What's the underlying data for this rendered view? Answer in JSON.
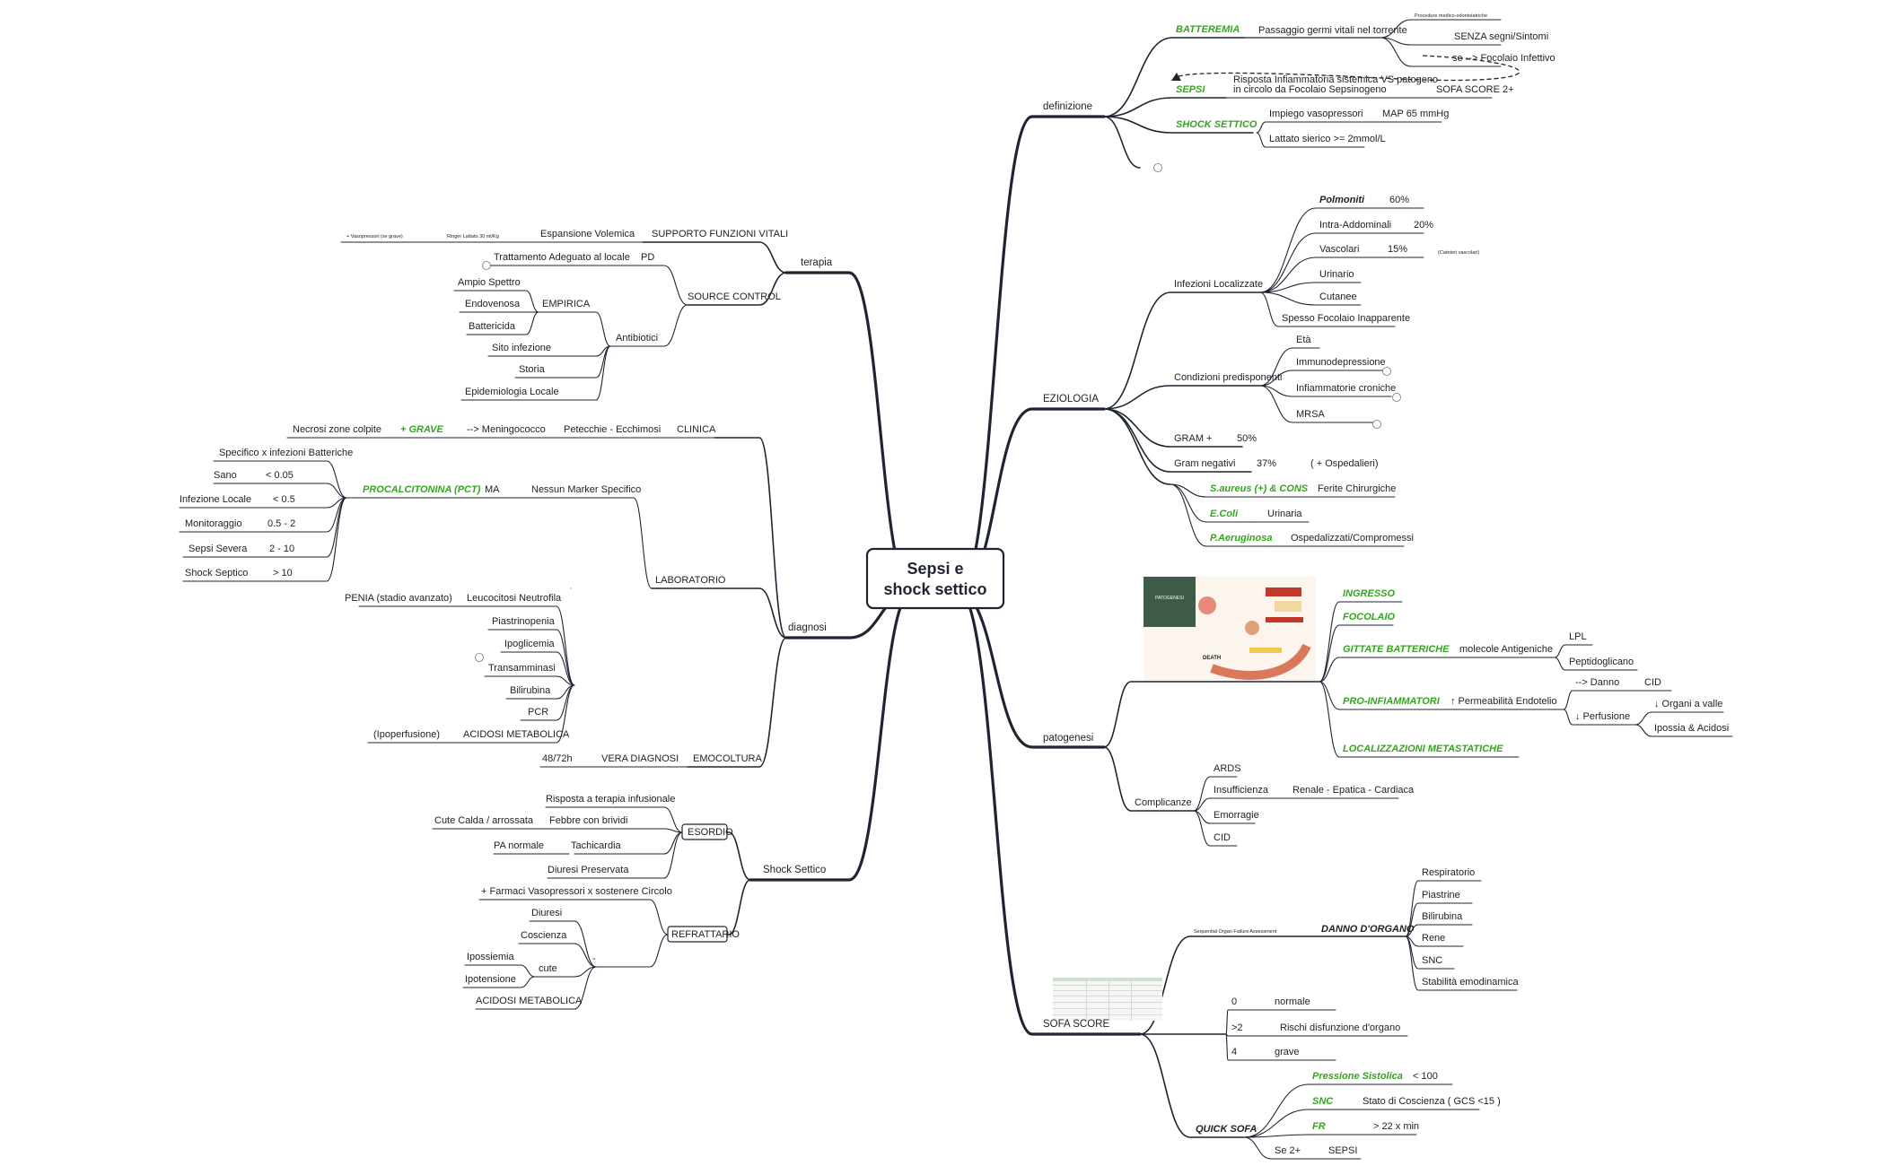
{
  "colors": {
    "line": "#1f2433",
    "accent_green": "#35a420",
    "text": "#222222"
  },
  "center": {
    "title_line1": "Sepsi e",
    "title_line2": "shock settico"
  },
  "branches": {
    "definizione": {
      "label": "definizione",
      "batteremia": "BATTEREMIA",
      "passaggio": "Passaggio germi vitali nel torrente",
      "procedure": "Procedure medico-odontoiatriche",
      "senza_segni": "SENZA segni/Sintomi",
      "focolaio_infettivo": "se --> Focolaio Infettivo",
      "sepsi": "SEPSI",
      "risposta_l1": "Risposta Infiammatoria sistemica VS patogeno",
      "risposta_l2": "in circolo da Focolaio Sepsinogeno",
      "sofa2": "SOFA SCORE 2+",
      "shock_settico": "SHOCK SETTICO",
      "vasopressori": "Impiego vasopressori",
      "map": "MAP 65 mmHg",
      "lattato": "Lattato sierico >= 2mmol/L"
    },
    "eziologia": {
      "label": "EZIOLOGIA",
      "infezioni_localizzate": "Infezioni Localizzate",
      "polmoniti": "Polmoniti",
      "p60": "60%",
      "intra_add": "Intra-Addominali",
      "p20": "20%",
      "vascolari": "Vascolari",
      "p15": "15%",
      "cateteri": "(Cateteri vascolari)",
      "urinario": "Urinario",
      "cutanee": "Cutanee",
      "spesso": "Spesso Focolaio Inapparente",
      "condizioni": "Condizioni predisponenti",
      "eta": "Età",
      "immuno": "Immunodepressione",
      "infiamm": "Infiammatorie croniche",
      "mrsa": "MRSA",
      "gram_pos": "GRAM +",
      "p50": "50%",
      "gram_neg": "Gram negativi",
      "p37": "37%",
      "ospedalieri": "( + Ospedalieri)",
      "saureus": "S.aureus (+) & CONS",
      "ferite": "Ferite Chirurgiche",
      "ecoli": "E.Coli",
      "urinaria": "Urinaria",
      "paerug": "P.Aeruginosa",
      "ospedalizzati": "Ospedalizzati/Compromessi"
    },
    "patogenesi": {
      "label": "patogenesi",
      "image_title": "PATOGENESI",
      "image_death": "DEATH",
      "ingresso": "INGRESSO",
      "focolaio": "FOCOLAIO",
      "gittate": "GITTATE BATTERICHE",
      "molecole": "molecole Antigeniche",
      "lpl": "LPL",
      "peptido": "Peptidoglicano",
      "pro_inf": "PRO-INFIAMMATORI",
      "permeab": "↑ Permeabilità Endotelio",
      "danno": "--> Danno",
      "cid": "CID",
      "perfusione": "↓ Perfusione",
      "organi": "↓ Organi a valle",
      "ipossia": "Ipossia & Acidosi",
      "localizz": "LOCALIZZAZIONI METASTATICHE",
      "complicanze": "Complicanze",
      "ards": "ARDS",
      "insufficienza": "Insufficienza",
      "renale": "Renale - Epatica - Cardiaca",
      "emorragie": "Emorragie",
      "cid2": "CID"
    },
    "sofa": {
      "label": "SOFA SCORE",
      "sequential": "Sequential Organ Failure Assessment",
      "danno_organo": "DANNO D'ORGANO",
      "respiratorio": "Respiratorio",
      "piastrine": "Piastrine",
      "bilirubina": "Bilirubina",
      "rene": "Rene",
      "snc": "SNC",
      "stabilita": "Stabilità emodinamica",
      "zero": "0",
      "normale": "normale",
      "gt2": ">2",
      "rischi": "Rischi disfunzione d'organo",
      "four": "4",
      "grave": "grave",
      "quick": "QUICK SOFA",
      "pressione": "Pressione Sistolica",
      "lt100": "< 100",
      "snc2": "SNC",
      "coscienza": "Stato di Coscienza ( GCS <15 )",
      "fr": "FR",
      "gt22": "> 22 x min",
      "se2": "Se 2+",
      "sepsi": "SEPSI"
    },
    "terapia": {
      "label": "terapia",
      "supporto": "SUPPORTO FUNZIONI VITALI",
      "espansione": "Espansione Volemica",
      "ringer": "Ringer Lattato 30 ml/Kg",
      "vasopr_grave": "+ Vasopressori (se grave)",
      "source": "SOURCE CONTROL",
      "pd": "PD",
      "trattamento": "Trattamento Adeguato al locale",
      "antibiotici": "Antibiotici",
      "empirica": "EMPIRICA",
      "ampio": "Ampio Spettro",
      "endovenosa": "Endovenosa",
      "battericida": "Battericida",
      "sito": "Sito infezione",
      "storia": "Storia",
      "epidem": "Epidemiologia Locale"
    },
    "diagnosi": {
      "label": "diagnosi",
      "clinica": "CLINICA",
      "petecchie": "Petecchie - Ecchimosi",
      "meningo": "--> Meningococco",
      "grave": "+ GRAVE",
      "necrosi": "Necrosi zone colpite",
      "laboratorio": "LABORATORIO",
      "nessun": "Nessun Marker Specifico",
      "ma": "MA",
      "pct": "PROCALCITONINA (PCT)",
      "specifico": "Specifico x infezioni Batteriche",
      "sano": "Sano",
      "v005": "< 0.05",
      "inf_locale": "Infezione Locale",
      "v05": "< 0.5",
      "monitor": "Monitoraggio",
      "v052": "0.5 - 2",
      "sepsi_sev": "Sepsi Severa",
      "v210": "2 - 10",
      "shock_sep": "Shock Septico",
      "v10": "> 10",
      "leuco": "Leucocitosi Neutrofila",
      "penia": "PENIA (stadio avanzato)",
      "piastrinopenia": "Piastrinopenia",
      "ipoglicemia": "Ipoglicemia",
      "transam": "Transamminasi",
      "bilirubina": "Bilirubina",
      "pcr": "PCR",
      "acidosi": "ACIDOSI METABOLICA",
      "ipoperf": "(Ipoperfusione)",
      "emocoltura": "EMOCOLTURA",
      "vera": "VERA DIAGNOSI",
      "h4872": "48/72h"
    },
    "shock": {
      "label": "Shock Settico",
      "esordio": "ESORDIO",
      "risposta": "Risposta a terapia infusionale",
      "febbre": "Febbre con brividi",
      "cute_calda": "Cute Calda / arrossata",
      "tachicardia": "Tachicardia",
      "pa_normale": "PA normale",
      "diuresi_pres": "Diuresi Preservata",
      "refrattario": "REFRATTARIO",
      "farmaci": "+ Farmaci Vasopressori x sostenere Circolo",
      "dash": "-",
      "diuresi": "Diuresi",
      "coscienza": "Coscienza",
      "cute": "cute",
      "ipossiemia": "Ipossiemia",
      "ipotensione": "Ipotensione",
      "acidosi": "ACIDOSI METABOLICA"
    }
  }
}
